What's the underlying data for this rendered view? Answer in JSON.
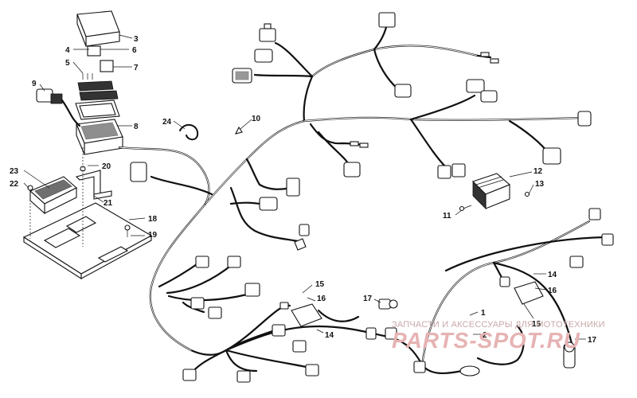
{
  "callouts": {
    "c1": "1",
    "c2": "2",
    "c3": "3",
    "c4": "4",
    "c5": "5",
    "c6": "6",
    "c7": "7",
    "c8": "8",
    "c9": "9",
    "c10": "10",
    "c11": "11",
    "c12": "12",
    "c13": "13",
    "c14a": "14",
    "c14b": "14",
    "c15a": "15",
    "c15b": "15",
    "c16a": "16",
    "c16b": "16",
    "c17a": "17",
    "c17b": "17",
    "c18": "18",
    "c19": "19",
    "c20": "20",
    "c21": "21",
    "c22": "22",
    "c23": "23",
    "c24": "24"
  },
  "watermark": {
    "caption": "ЗАПЧАСТИ И АКСЕССУАРЫ ДЛЯ МОТОТЕХНИКИ",
    "logo": "PARTS-SPOT.RU"
  },
  "colors": {
    "line": "#111111",
    "watermark": "#e6b3b3"
  }
}
